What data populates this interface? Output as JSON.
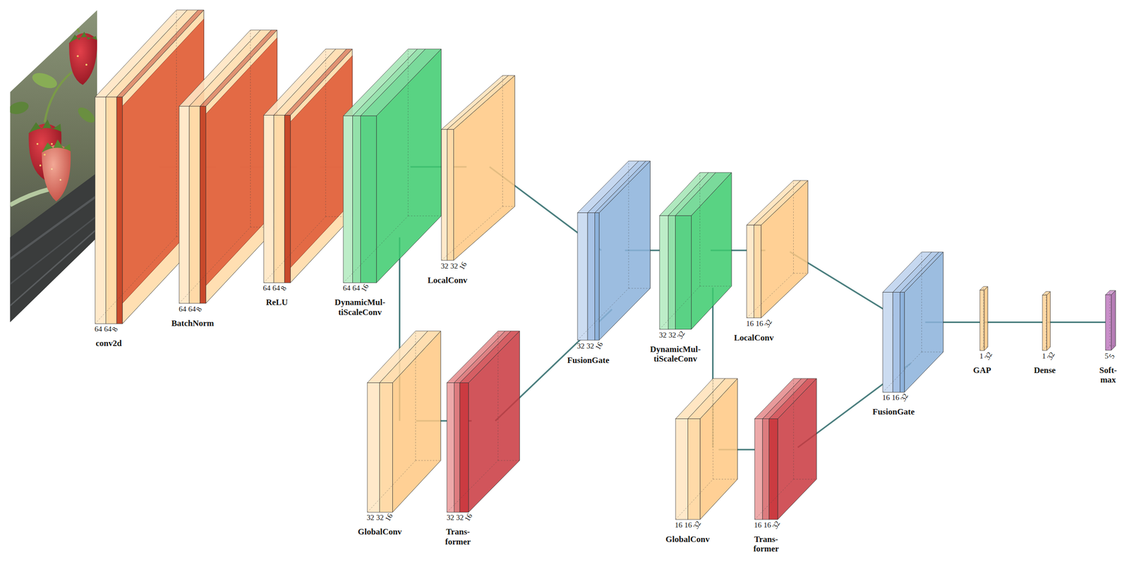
{
  "diagram": {
    "nodes": [
      {
        "text": [
          "64",
          "64",
          "8",
          "conv2d"
        ]
      },
      {
        "text": [
          "64",
          "64",
          "8",
          "BatchNorm"
        ]
      },
      {
        "text": [
          "64",
          "64",
          "8",
          "ReLU"
        ]
      },
      {
        "text": [
          "64",
          "64",
          "16",
          "DynamicMul- tiScaleConv"
        ]
      },
      {
        "text": [
          "32",
          "32",
          "16",
          "LocalConv"
        ]
      },
      {
        "text": [
          "32",
          "32",
          "16",
          "GlobalConv"
        ]
      },
      {
        "text": [
          "32",
          "32",
          "16",
          "Trans- former"
        ]
      },
      {
        "text": [
          "32",
          "32",
          "16",
          "FusionGate"
        ]
      },
      {
        "text": [
          "32",
          "32",
          "32",
          "DynamicMul- tiScaleConv"
        ]
      },
      {
        "text": [
          "16",
          "16",
          "32",
          "LocalConv"
        ]
      },
      {
        "text": [
          "16",
          "16",
          "32",
          "GlobalConv"
        ]
      },
      {
        "text": [
          "16",
          "16",
          "32",
          "Trans- former"
        ]
      },
      {
        "text": [
          "16",
          "16",
          "32",
          "FusionGate"
        ]
      },
      {
        "text": [
          "1",
          "32",
          "GAP"
        ]
      },
      {
        "text": [
          "1",
          "32",
          "Dense"
        ]
      },
      {
        "text": [
          "5",
          "5",
          "Soft- max"
        ]
      }
    ],
    "edges": [
      {
        "from": 0,
        "to": 1,
        "arrow": "none"
      },
      {
        "from": 1,
        "to": 2,
        "arrow": "none"
      },
      {
        "from": 2,
        "to": 3,
        "arrow": "none"
      },
      {
        "from": 3,
        "to": 4,
        "arrow": "none"
      },
      {
        "from": 3,
        "to": 5,
        "arrow": "none"
      },
      {
        "from": 5,
        "to": 6,
        "arrow": "none"
      },
      {
        "from": 4,
        "to": 7,
        "arrow": "none"
      },
      {
        "from": 6,
        "to": 7,
        "arrow": "none"
      },
      {
        "from": 7,
        "to": 8,
        "arrow": "none"
      },
      {
        "from": 8,
        "to": 9,
        "arrow": "none"
      },
      {
        "from": 8,
        "to": 10,
        "arrow": "none"
      },
      {
        "from": 10,
        "to": 11,
        "arrow": "none"
      },
      {
        "from": 9,
        "to": 12,
        "arrow": "none"
      },
      {
        "from": 11,
        "to": 12,
        "arrow": "none"
      },
      {
        "from": 12,
        "to": 13,
        "arrow": "none"
      },
      {
        "from": 13,
        "to": 14,
        "arrow": "none"
      },
      {
        "from": 14,
        "to": 15,
        "arrow": "none"
      }
    ]
  }
}
